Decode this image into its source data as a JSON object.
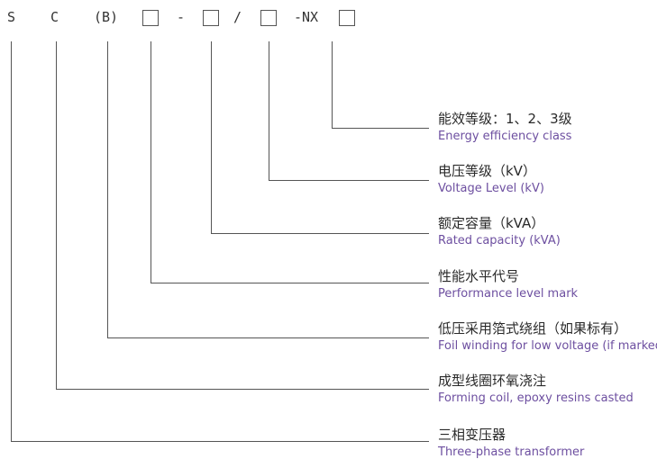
{
  "code": {
    "s": "S",
    "c": "C",
    "b": "(B)",
    "dash1": "-",
    "slash": "/",
    "dash_nx": "-NX"
  },
  "colors": {
    "line": "#555555",
    "chinese_text": "#2a2a2a",
    "english_text": "#6d4fa0"
  },
  "labels": [
    {
      "zh": "能效等级：1、2、3级",
      "en": "Energy efficiency class"
    },
    {
      "zh": "电压等级（kV）",
      "en": "Voltage Level (kV)"
    },
    {
      "zh": "额定容量（kVA）",
      "en": "Rated capacity (kVA)"
    },
    {
      "zh": "性能水平代号",
      "en": "Performance level mark"
    },
    {
      "zh": "低压采用箔式绕组（如果标有）",
      "en": "Foil winding for low voltage (if marked)"
    },
    {
      "zh": "成型线圈环氧浇注",
      "en": "Forming coil, epoxy resins casted"
    },
    {
      "zh": "三相变压器",
      "en": "Three-phase transformer"
    }
  ]
}
